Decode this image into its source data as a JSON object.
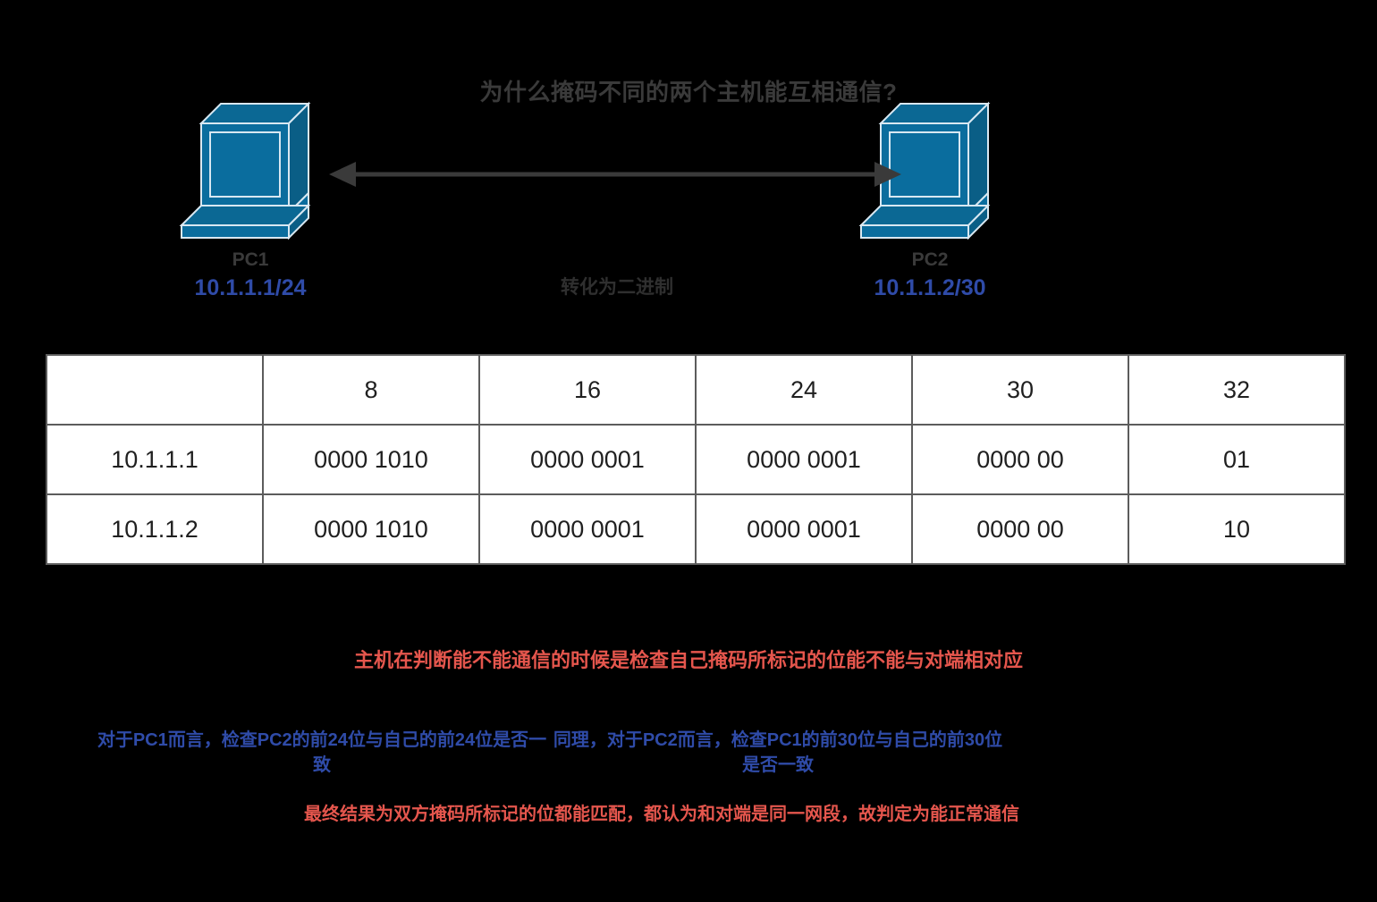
{
  "title": "为什么掩码不同的两个主机能互相通信?",
  "colors": {
    "background": "#000000",
    "pc_blue": "#0A6D9E",
    "pc_blue_dark": "#0B5F8A",
    "pc_outline": "#D8E8F2",
    "title_gray": "#3A3A3A",
    "arrow_gray": "#3A3A3A",
    "ip_blue": "#2F4BA8",
    "note_red": "#E5564D",
    "table_border": "#5C5C5C",
    "table_bg": "#FFFFFF"
  },
  "nodes": [
    {
      "id": "pc1",
      "name": "PC1",
      "ip": "10.1.1.1/24",
      "icon": "desktop-computer-icon"
    },
    {
      "id": "pc2",
      "name": "PC2",
      "ip": "10.1.1.2/30",
      "icon": "desktop-computer-icon"
    }
  ],
  "link": {
    "icon": "double-headed-arrow-icon",
    "caption": "转化为二进制"
  },
  "table": {
    "headers": [
      "",
      "8",
      "16",
      "24",
      "30",
      "32"
    ],
    "rows": [
      {
        "label": "10.1.1.1",
        "cells": [
          "0000 1010",
          "0000 0001",
          "0000 0001",
          "0000 00",
          "01"
        ]
      },
      {
        "label": "10.1.1.2",
        "cells": [
          "0000 1010",
          "0000 0001",
          "0000 0001",
          "0000 00",
          "10"
        ]
      }
    ]
  },
  "notes": {
    "rule": "主机在判断能不能通信的时候是检查自己掩码所标记的位能不能与对端相对应",
    "pc1_check": "对于PC1而言，检查PC2的前24位与自己的前24位是否一致",
    "pc2_check": "同理，对于PC2而言，检查PC1的前30位与自己的前30位是否一致",
    "conclusion": "最终结果为双方掩码所标记的位都能匹配，都认为和对端是同一网段，故判定为能正常通信"
  }
}
